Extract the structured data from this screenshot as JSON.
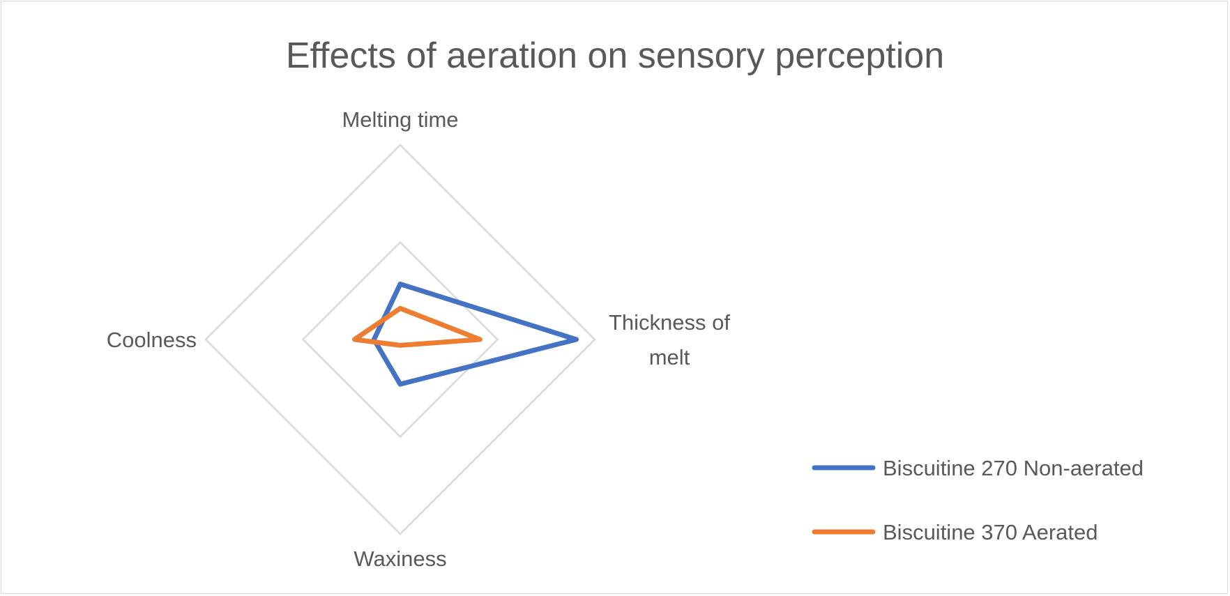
{
  "chart_data": {
    "type": "radar",
    "title": "Effects of aeration on sensory perception",
    "categories": [
      "Melting time",
      "Thickness of melt",
      "Waxiness",
      "Coolness"
    ],
    "axis_range": [
      0,
      2
    ],
    "ring_step": 1,
    "grid": true,
    "legend_position": "bottom-right",
    "series": [
      {
        "name": "Biscuitine 270 Non-aerated",
        "color": "#4472c4",
        "values": [
          0.57,
          1.81,
          0.46,
          0.27
        ]
      },
      {
        "name": "Biscuitine 370 Aerated",
        "color": "#ed7d31",
        "values": [
          0.32,
          0.82,
          0.06,
          0.47
        ]
      }
    ]
  }
}
